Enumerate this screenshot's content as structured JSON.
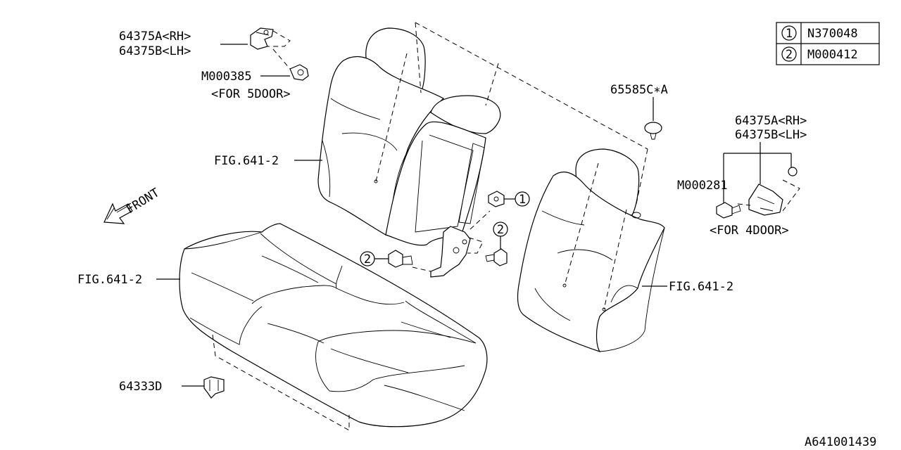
{
  "legend": [
    {
      "num": "1",
      "part": "N370048"
    },
    {
      "num": "2",
      "part": "M000412"
    }
  ],
  "labels": {
    "bracket_top_rh": "64375A<RH>",
    "bracket_top_lh": "64375B<LH>",
    "bolt_top": "M000385",
    "note_5door": "<FOR 5DOOR>",
    "clip": "65585C∗A",
    "bracket_right_rh": "64375A<RH>",
    "bracket_right_lh": "64375B<LH>",
    "bolt_right": "M000281",
    "note_4door": "<FOR 4DOOR>",
    "fig_back_left": "FIG.641-2",
    "fig_cushion": "FIG.641-2",
    "fig_back_right": "FIG.641-2",
    "hook": "64333D",
    "front": "FRONT",
    "callout_1": "1",
    "callout_2a": "2",
    "callout_2b": "2",
    "diagram_id": "A641001439"
  }
}
